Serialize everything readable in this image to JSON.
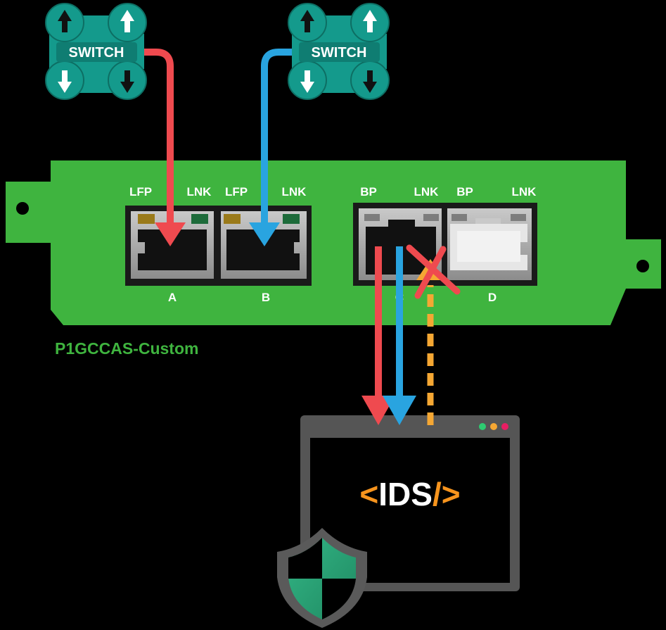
{
  "switches": [
    {
      "label": "SWITCH"
    },
    {
      "label": "SWITCH"
    }
  ],
  "card": {
    "name": "P1GCCAS-Custom",
    "led_labels_left": [
      "LFP",
      "LNK",
      "LFP",
      "LNK"
    ],
    "led_labels_right": [
      "BP",
      "LNK",
      "BP",
      "LNK"
    ],
    "port_labels": [
      "A",
      "B",
      "C",
      "D"
    ]
  },
  "ids": {
    "title_open": "<",
    "title_text": "IDS",
    "title_close": "/>"
  },
  "colors": {
    "card_green": "#3fb43f",
    "switch_teal": "#149a8c",
    "arrow_red": "#ef4a4f",
    "arrow_blue": "#29a4e0",
    "arrow_orange": "#f5a733",
    "ids_orange": "#f7941d",
    "window_frame": "#555555",
    "label_green": "#3fb43f",
    "shield_green": "#2aa57a"
  }
}
